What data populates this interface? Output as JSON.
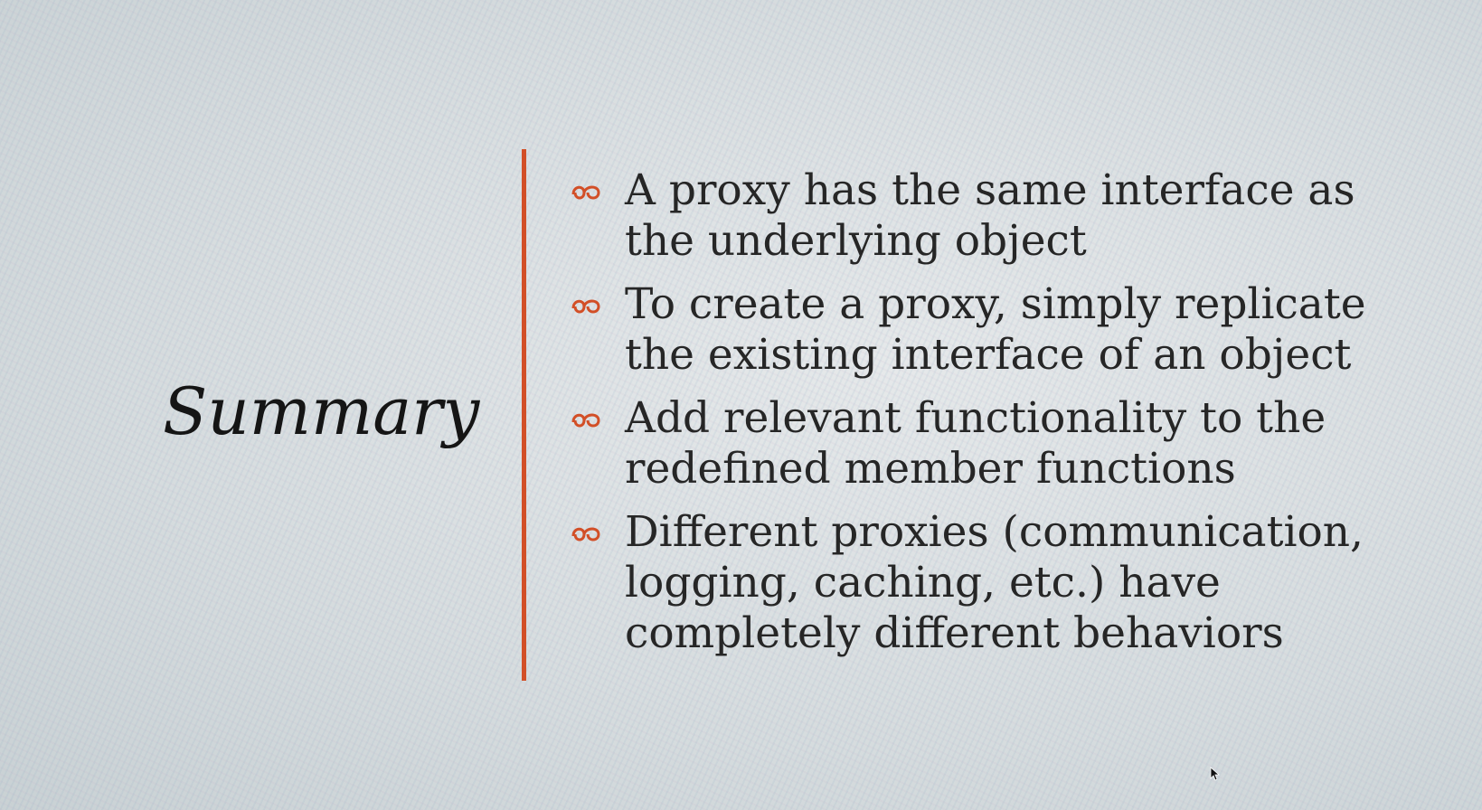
{
  "slide": {
    "title": "Summary",
    "accent_color": "#d24f27",
    "bullet_icon": "fleuron-icon",
    "bullets": [
      {
        "text": "A proxy has the same interface as\nthe underlying object"
      },
      {
        "text": "To create a proxy, simply replicate\nthe existing interface of an object"
      },
      {
        "text": "Add relevant functionality to the\nredefined member functions"
      },
      {
        "text": "Different proxies (communication,\nlogging, caching, etc.) have\ncompletely different behaviors"
      }
    ]
  }
}
